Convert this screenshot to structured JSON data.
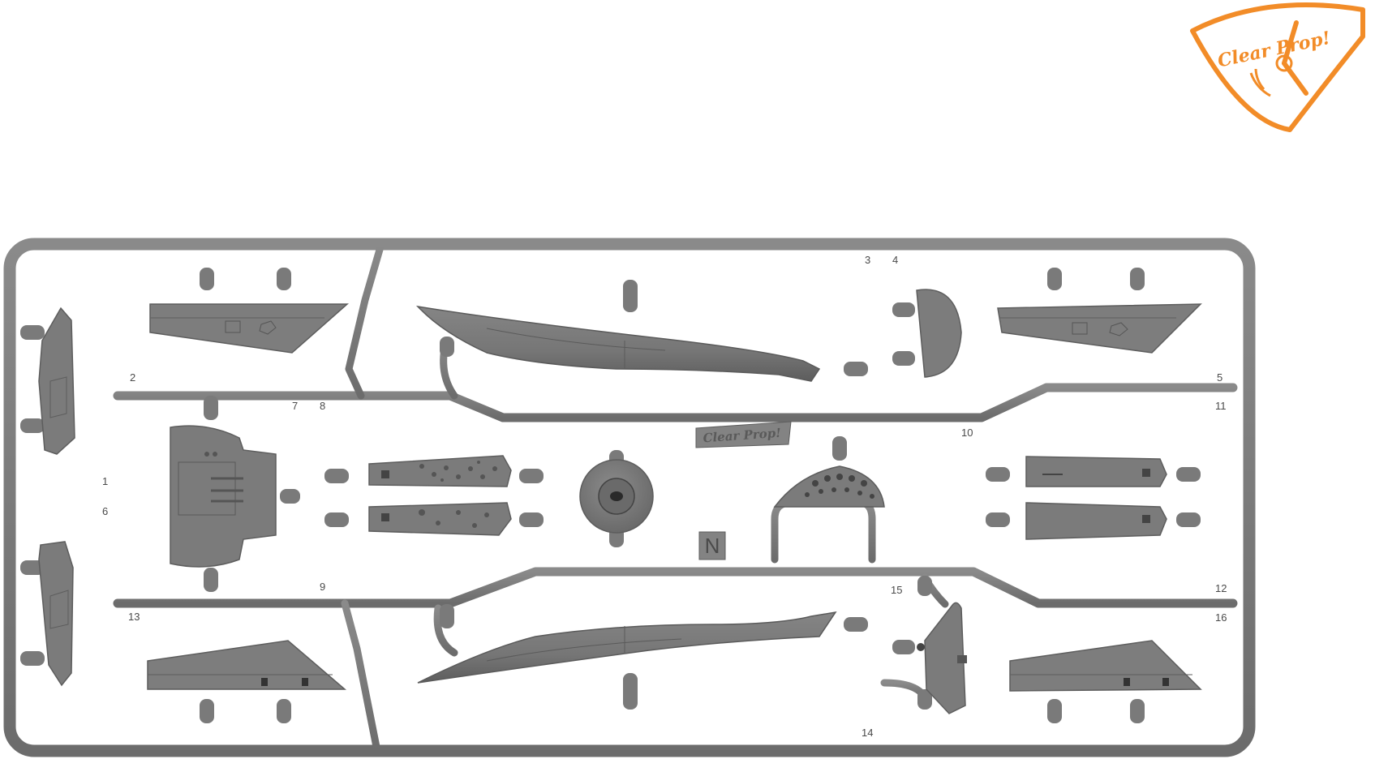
{
  "logo": {
    "text": "Clear Prop!",
    "color": "#f28c28"
  },
  "sprue": {
    "plastic_color": "#7a7a7a",
    "sprue_tag_text": "Clear Prop!",
    "sprue_letter": "N",
    "part_numbers": [
      "1",
      "2",
      "3",
      "4",
      "5",
      "6",
      "7",
      "8",
      "9",
      "10",
      "11",
      "12",
      "13",
      "14",
      "15",
      "16"
    ]
  }
}
